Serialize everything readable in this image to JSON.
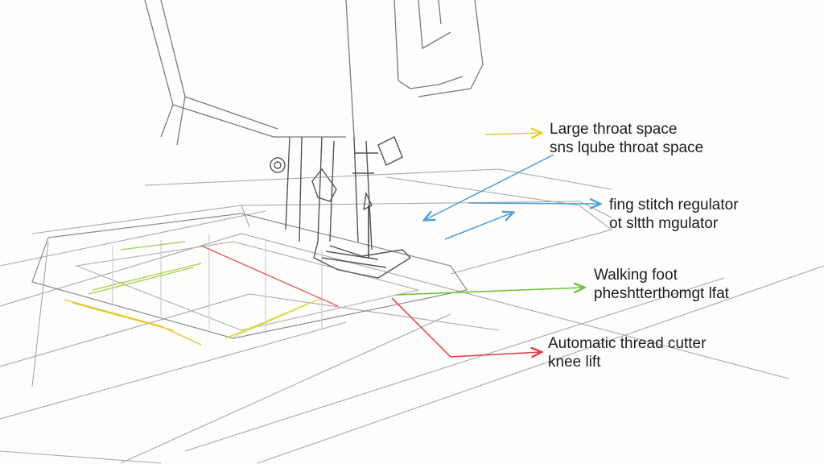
{
  "callouts": [
    {
      "id": "throat",
      "lines": [
        "Large throat space",
        "sns lqube throat space"
      ],
      "color": "#e7cc2a"
    },
    {
      "id": "regulator",
      "lines": [
        "fing stitch regulator",
        "ot sltth mgulator"
      ],
      "color": "#4a9fd6"
    },
    {
      "id": "walking",
      "lines": [
        "Walking foot",
        "pheshtterthomgt lfat"
      ],
      "color": "#6cc23a"
    },
    {
      "id": "cutter",
      "lines": [
        "Automatic thread cutter",
        "knee lift"
      ],
      "color": "#e0393e"
    }
  ],
  "icons": [
    "arrow-icon"
  ]
}
